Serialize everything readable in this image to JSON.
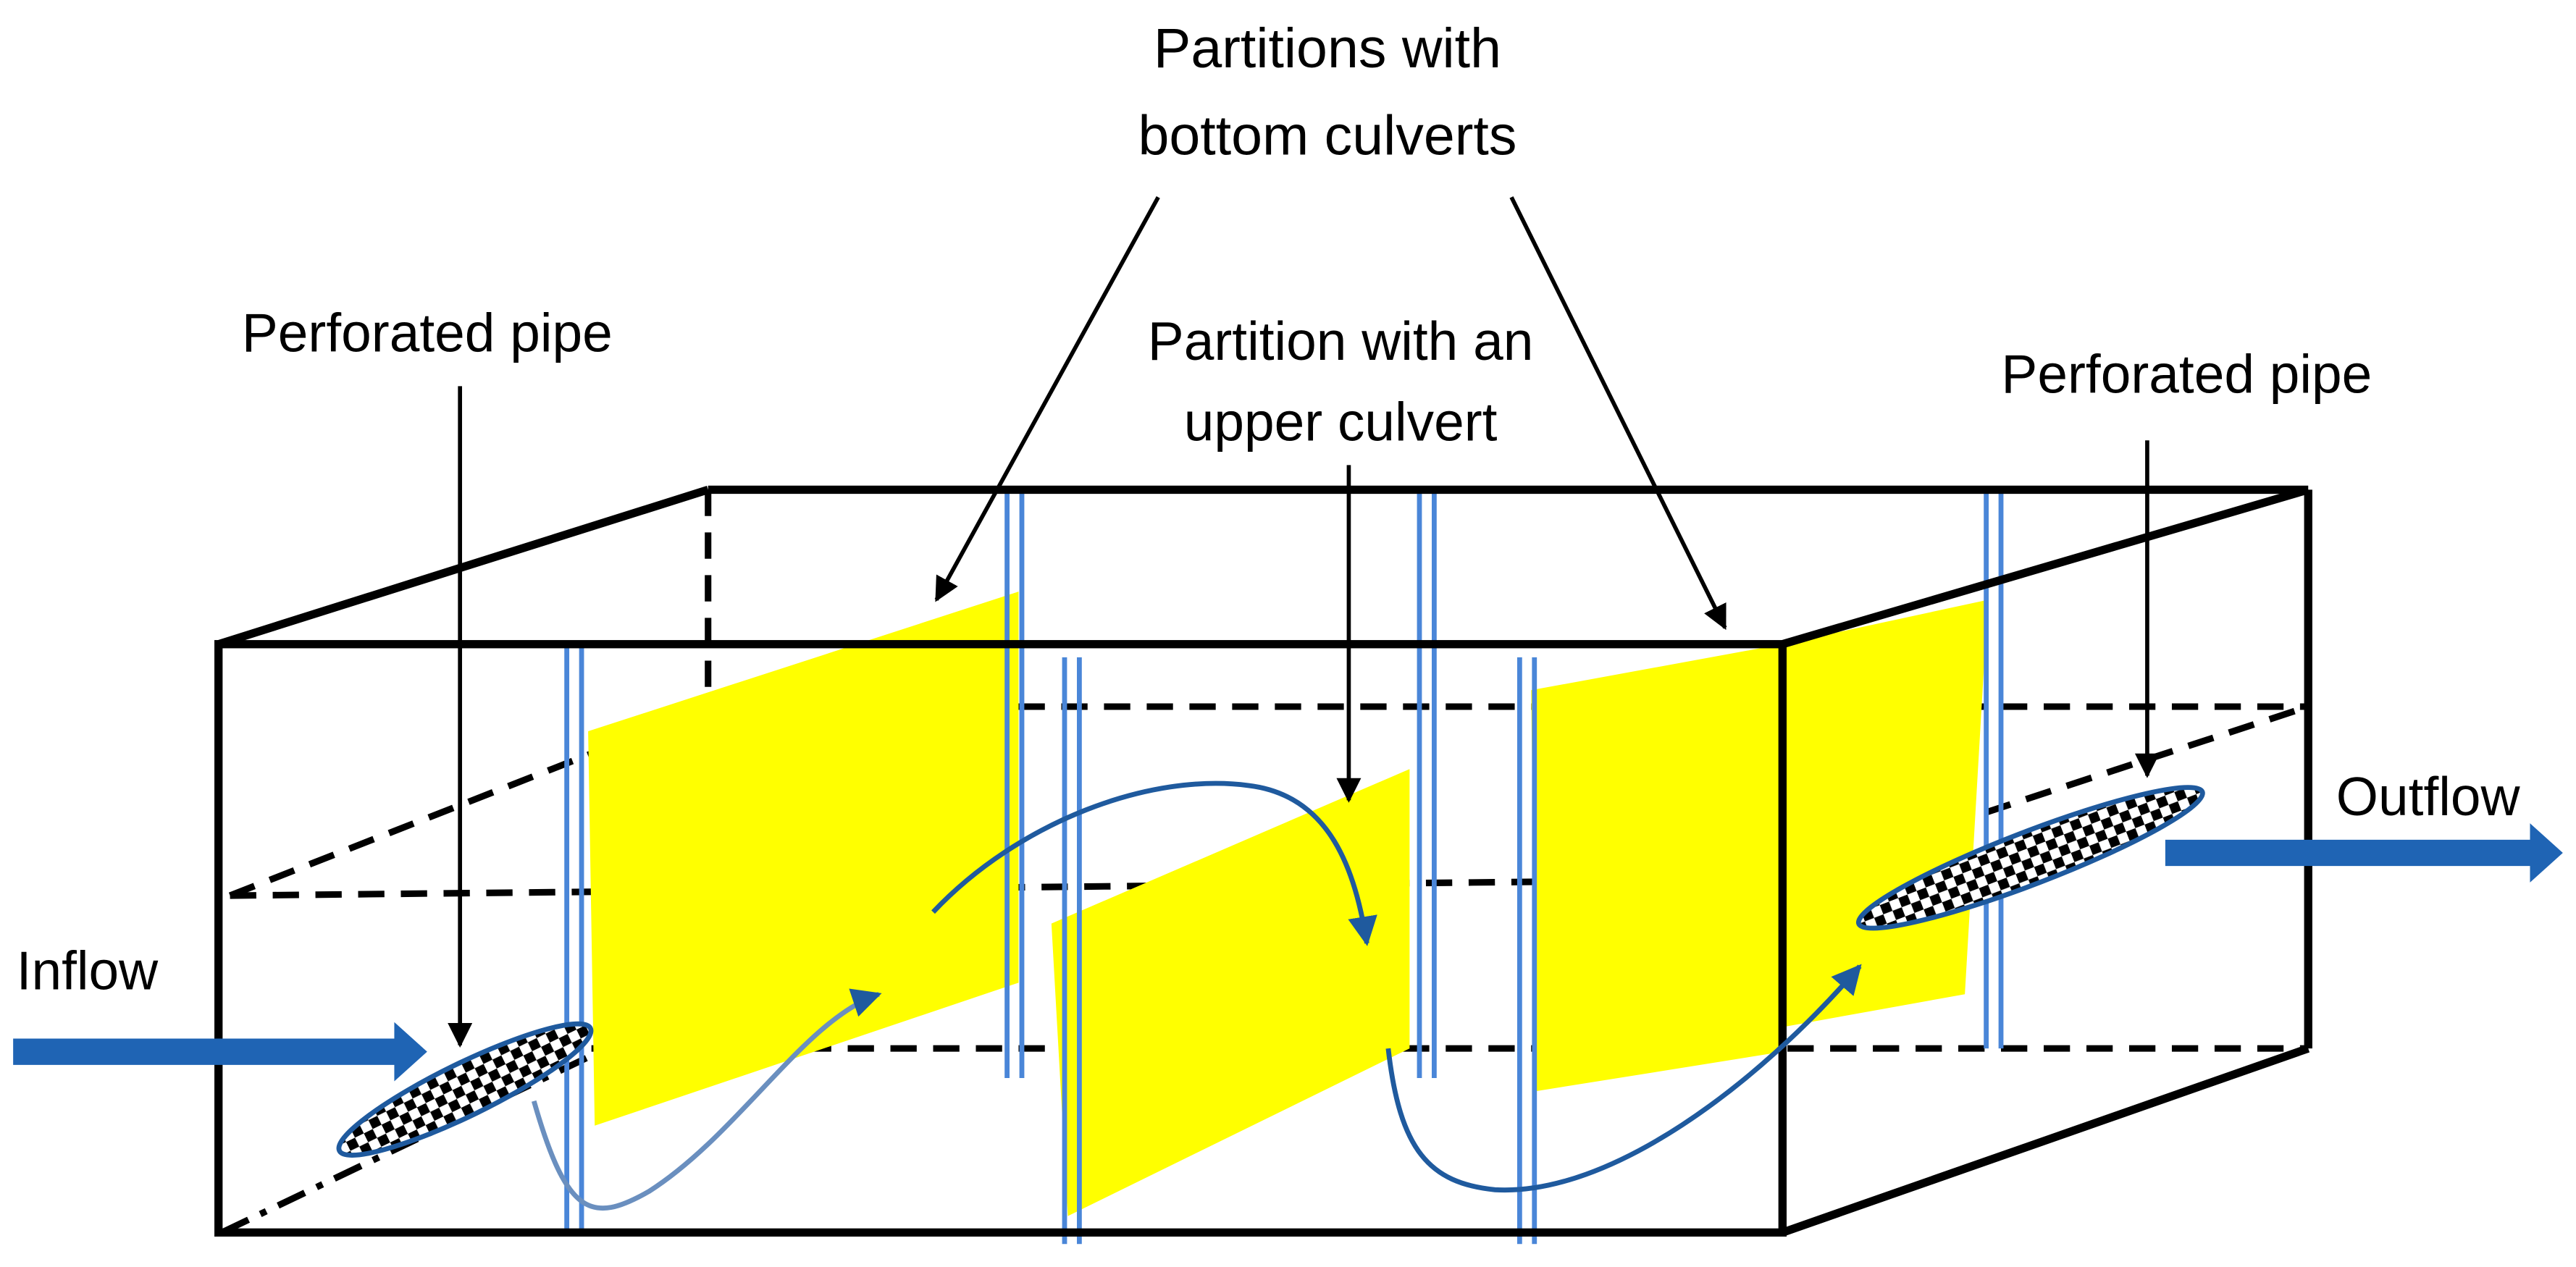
{
  "colors": {
    "partition_fill": "#FFFF00",
    "flow_arrow": "#1F64B4",
    "flow_path": "#1F5A9E",
    "partition_post": "#4A86D8",
    "outline": "#000000",
    "background": "#FFFFFF"
  },
  "labels": {
    "partitions_bottom_line1": "Partitions with",
    "partitions_bottom_line2": "bottom culverts",
    "partition_upper_line1": "Partition with an",
    "partition_upper_line2": "upper culvert",
    "perforated_pipe_left": "Perforated pipe",
    "perforated_pipe_right": "Perforated pipe",
    "inflow": "Inflow",
    "outflow": "Outflow"
  }
}
